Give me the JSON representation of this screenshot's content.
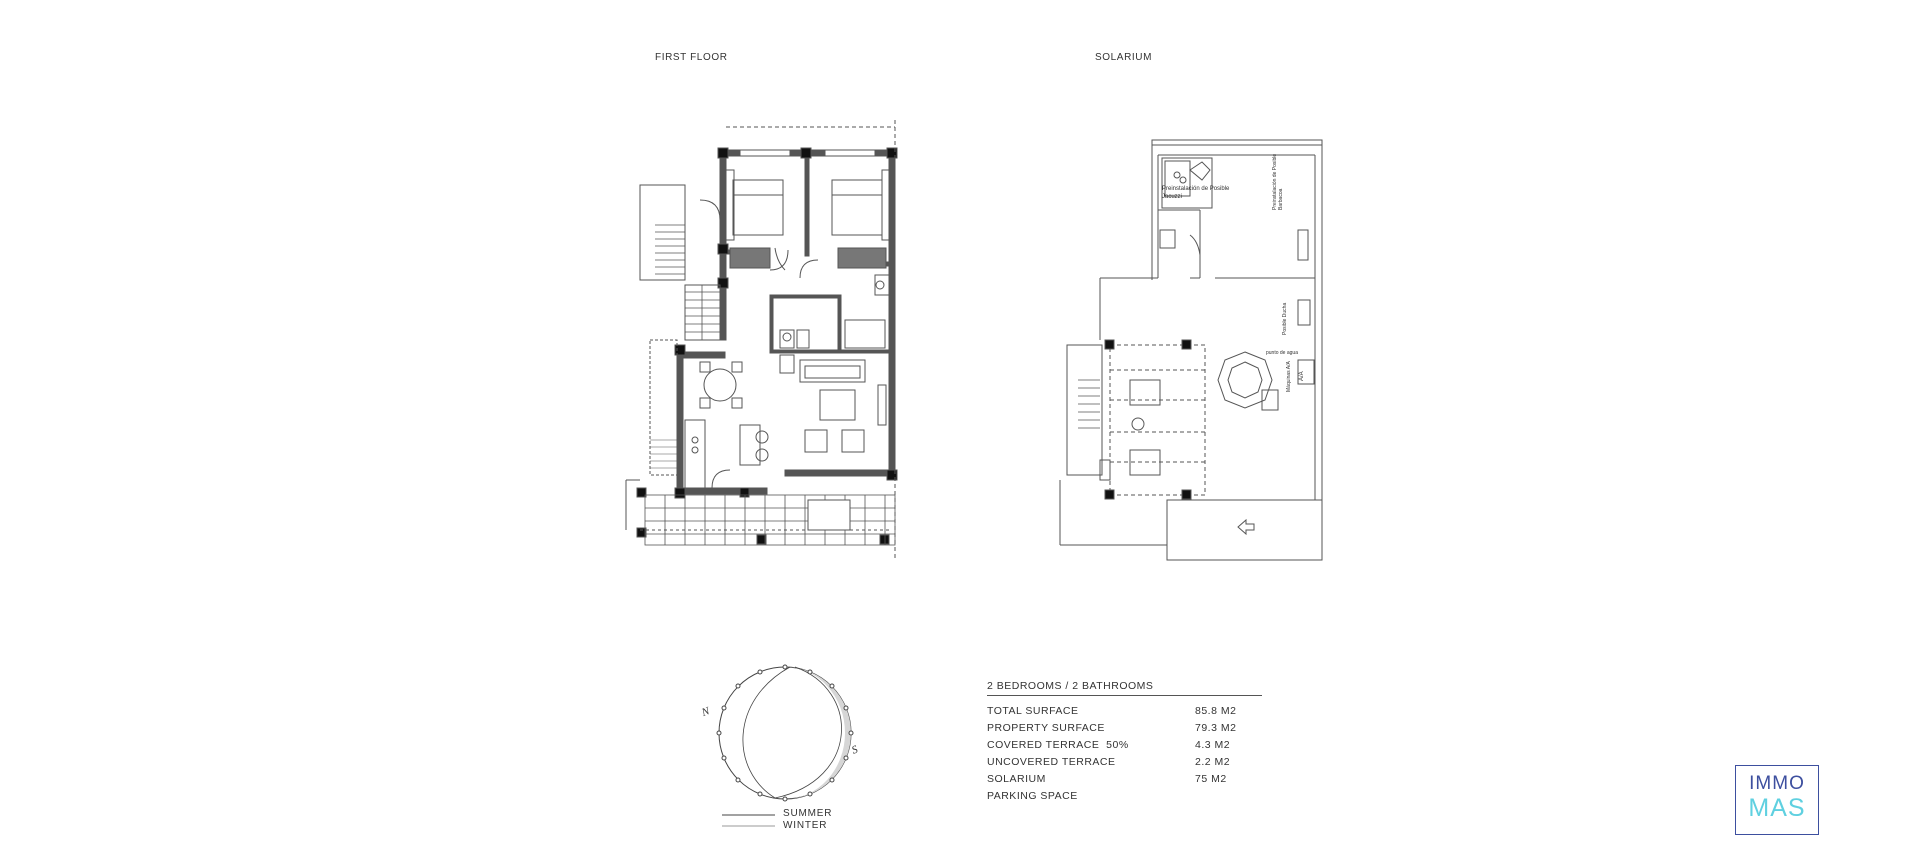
{
  "plans": {
    "first_floor_title": "FIRST FLOOR",
    "solarium_title": "SOLARIUM",
    "jacuzzi_note": "Preinstalación de Posible Jacuzzi",
    "barbecue_note": "Preinstalación de Posible Barbacoa",
    "shower_note": "Posible Ducha",
    "water_point_note": "punto de agua",
    "aa_label": "A/A",
    "aa_note": "Máquinas A/A"
  },
  "compass": {
    "north": "N",
    "south": "S",
    "legend_summer": "SUMMER",
    "legend_winter": "WINTER"
  },
  "specs": {
    "title": "2 BEDROOMS / 2 BATHROOMS",
    "rows": [
      {
        "label": "TOTAL SURFACE",
        "value": "85.8 M2"
      },
      {
        "label": "PROPERTY SURFACE",
        "value": "79.3 M2"
      },
      {
        "label": "COVERED TERRACE  50%",
        "value": "4.3 M2"
      },
      {
        "label": "UNCOVERED TERRACE",
        "value": "2.2 M2"
      },
      {
        "label": "SOLARIUM",
        "value": "75 M2"
      },
      {
        "label": "PARKING SPACE",
        "value": ""
      }
    ]
  },
  "logo": {
    "line1": "IMMO",
    "line2": "MAS"
  },
  "colors": {
    "wall": "#555555",
    "logo_blue": "#3d4f9f",
    "logo_cyan": "#5fd0e0",
    "sun_fill": "#d6d6d6"
  }
}
